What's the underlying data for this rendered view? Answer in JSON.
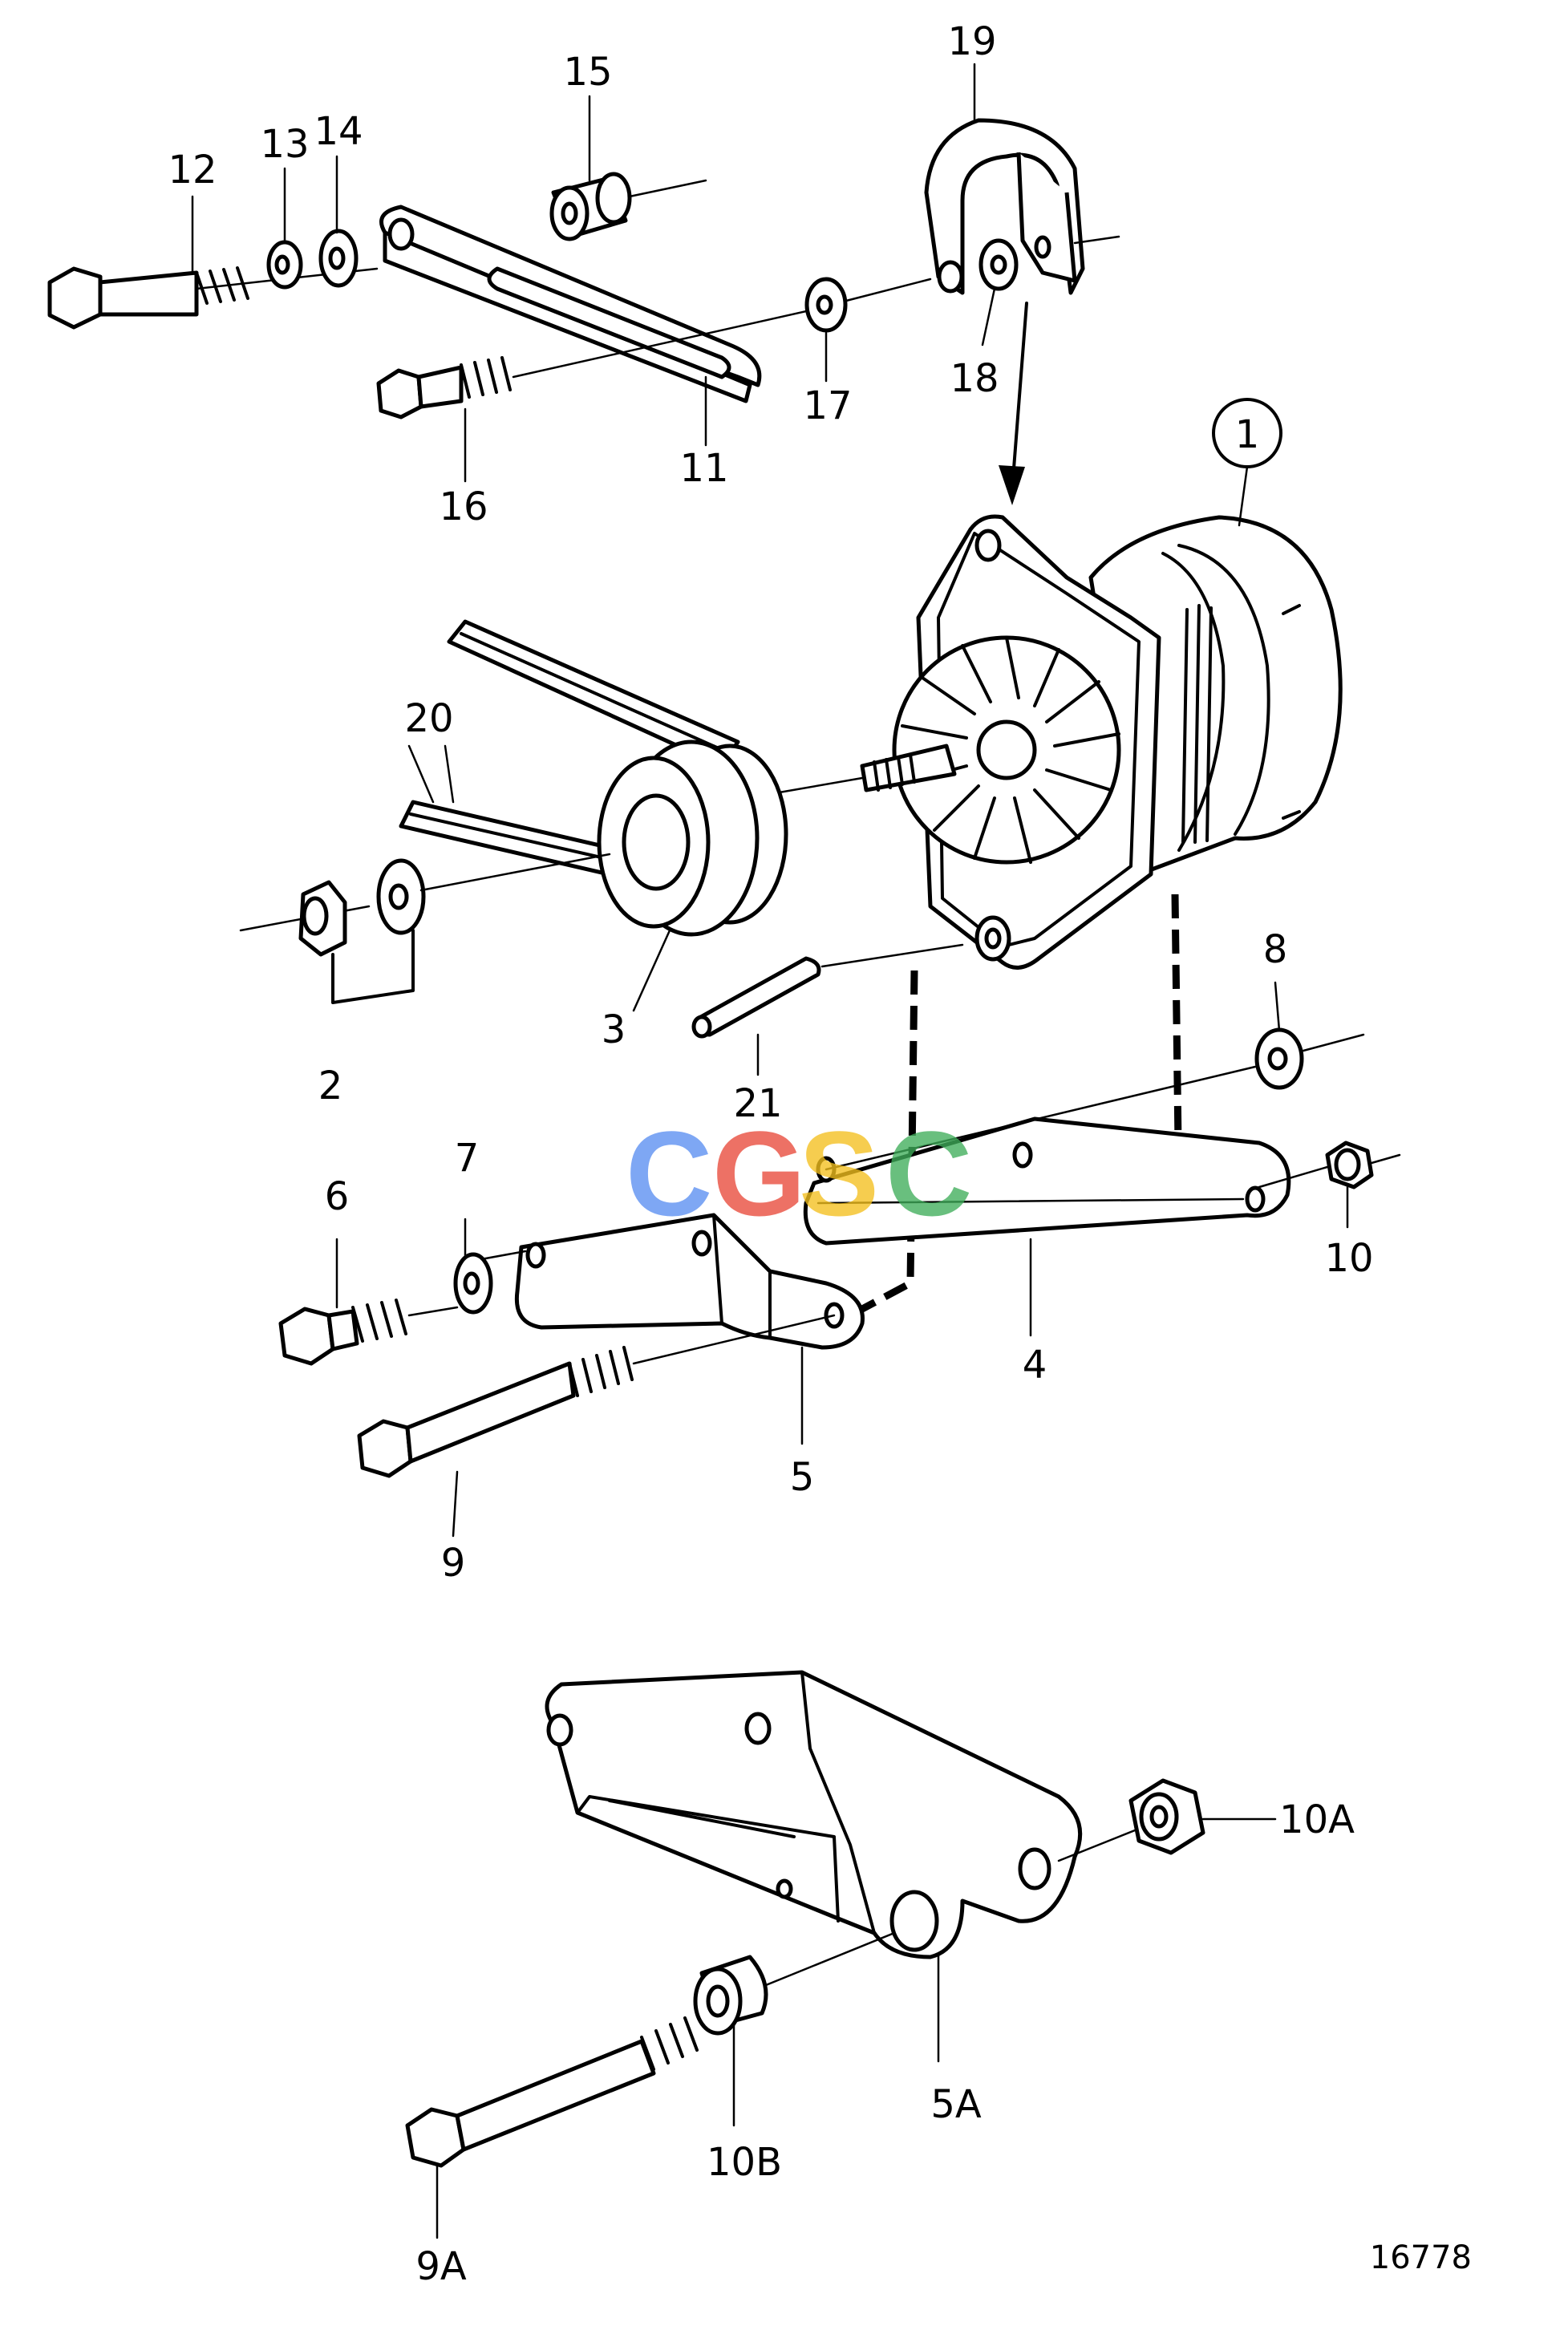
{
  "labels": {
    "l1": "1",
    "l2": "2",
    "l3": "3",
    "l4": "4",
    "l5": "5",
    "l5a": "5A",
    "l6": "6",
    "l7": "7",
    "l8": "8",
    "l9": "9",
    "l9a": "9A",
    "l10": "10",
    "l10a": "10A",
    "l10b": "10B",
    "l11": "11",
    "l12": "12",
    "l13": "13",
    "l14": "14",
    "l15": "15",
    "l16": "16",
    "l17": "17",
    "l18": "18",
    "l19": "19",
    "l20": "20",
    "l21": "21"
  },
  "drawing_number": "16778",
  "watermark": {
    "letters": [
      "C",
      "G",
      "S",
      "C"
    ],
    "colors": [
      "#5b8ff2",
      "#e84a3a",
      "#f4c01e",
      "#3fae5a"
    ]
  }
}
